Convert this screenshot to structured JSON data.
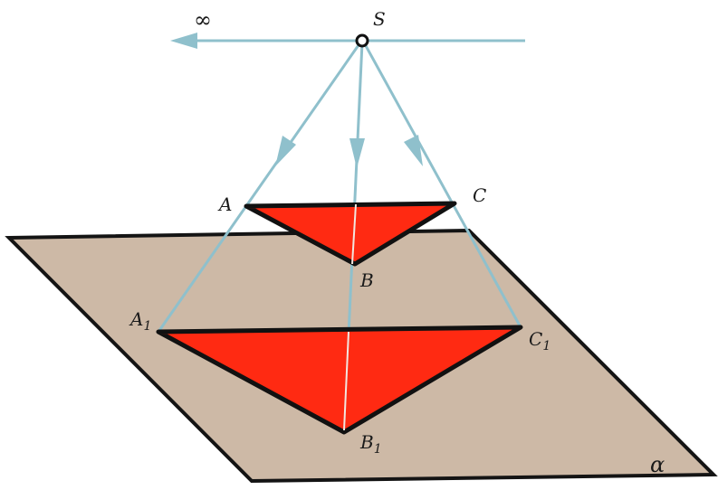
{
  "labels": {
    "infinity": "∞",
    "center": "S",
    "a": "A",
    "b": "B",
    "c": "C",
    "a1": "A",
    "b1": "B",
    "c1": "C",
    "sub1": "1",
    "plane": "α"
  },
  "colors": {
    "plane_fill": "#cdb9a6",
    "plane_edge": "#141414",
    "triangle_fill": "#ff2a12",
    "triangle_edge": "#111111",
    "ray": "#8fc0cc",
    "arrow": "#8fc0cc"
  },
  "icons": {
    "center_point": "circle-point-icon",
    "ray_arrow": "arrow-icon"
  }
}
